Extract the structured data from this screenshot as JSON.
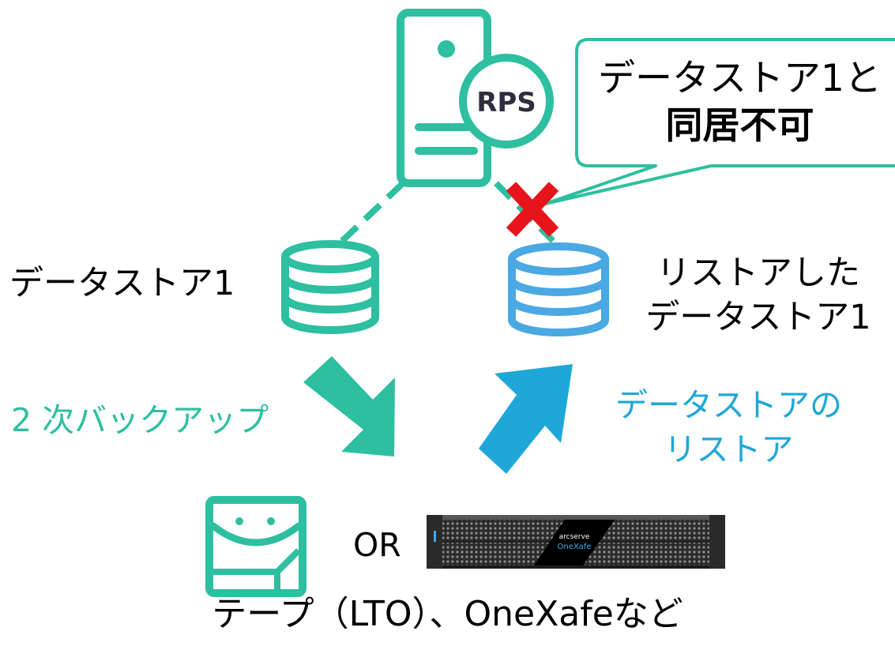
{
  "callout": {
    "line1": "データストア1と",
    "line2": "同居不可"
  },
  "server": {
    "badge_text": "RPS"
  },
  "datastore_left": {
    "label": "データストア1"
  },
  "datastore_right": {
    "line1": "リストアした",
    "line2": "データストア1"
  },
  "arrow_backup": {
    "label": "2 次バックアップ"
  },
  "arrow_restore": {
    "line1": "データストアの",
    "line2": "リストア"
  },
  "targets": {
    "or_label": "OR",
    "appliance_brand": "arcserve",
    "appliance_model": "OneXafe",
    "caption": "テープ（LTO）、OneXafeなど"
  },
  "colors": {
    "teal": "#2DBFA0",
    "blue": "#4AA8E2",
    "arrow_blue": "#1FA7D9",
    "cross_red": "#E8141B",
    "callout_border": "#2DBFA0"
  },
  "icons": {
    "server": "server-icon",
    "database": "database-icon",
    "tape": "tape-cartridge-icon",
    "appliance": "rack-appliance-image",
    "cross": "cross-mark-icon"
  }
}
